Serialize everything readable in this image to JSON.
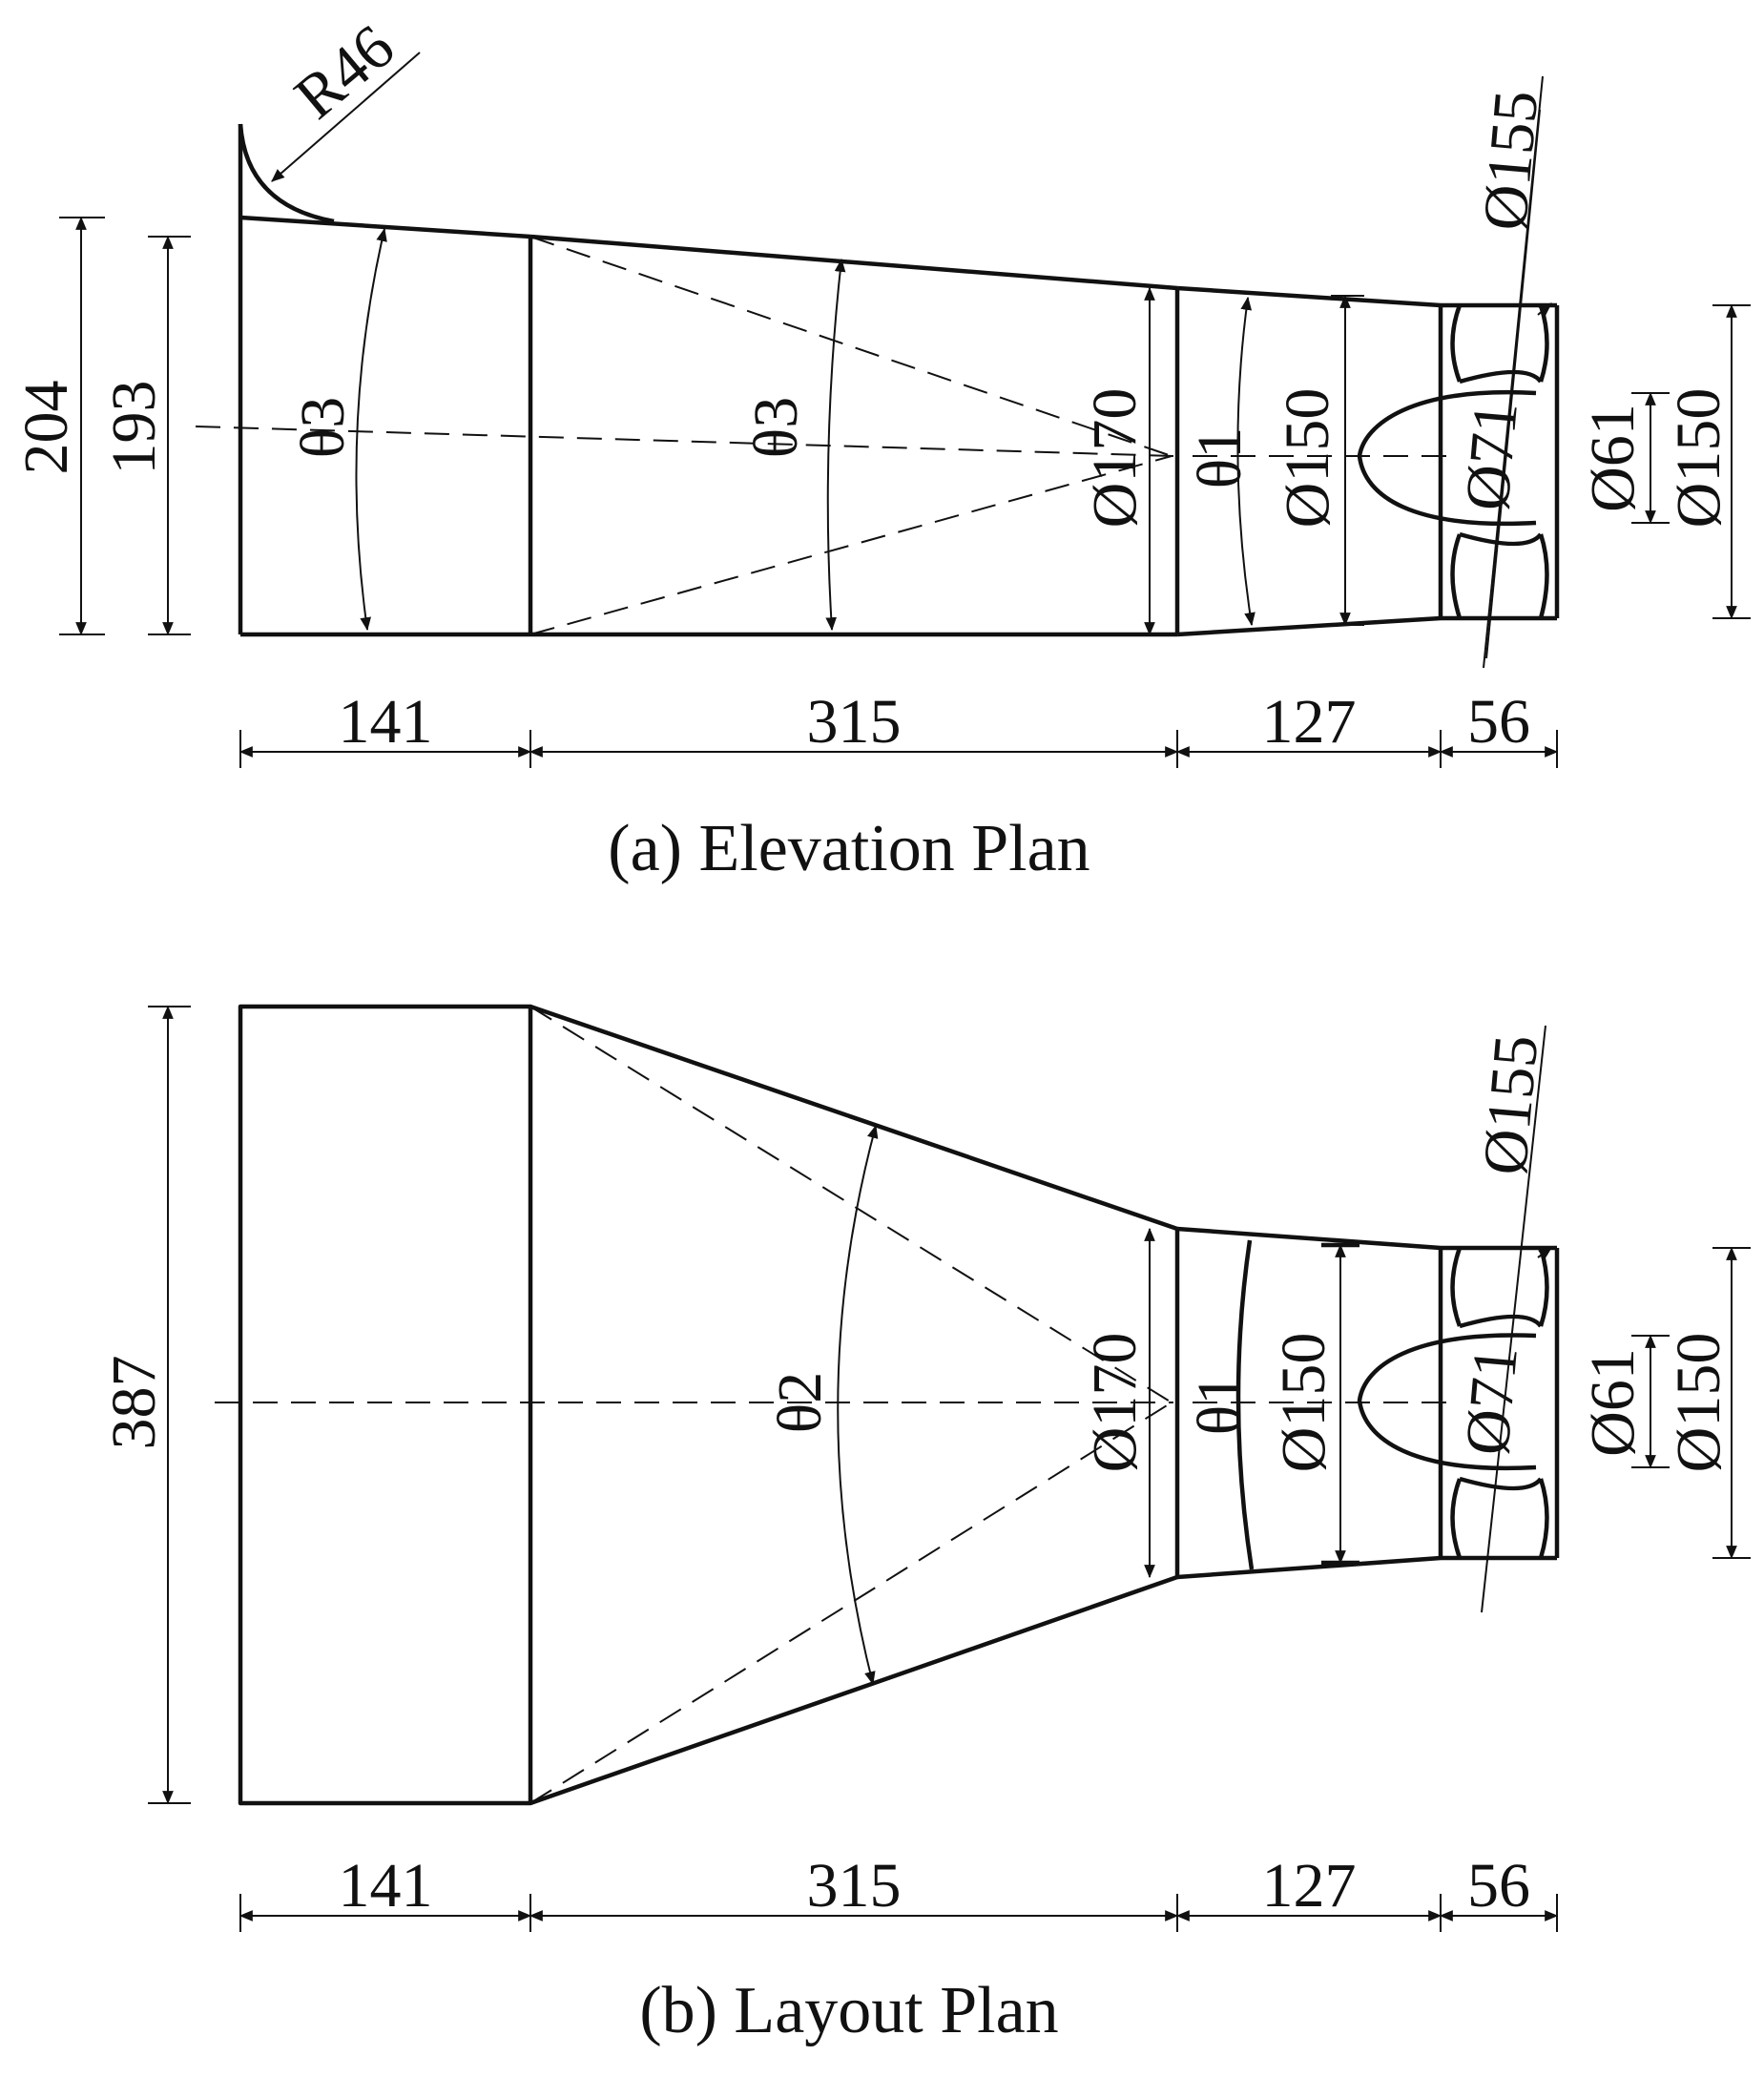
{
  "elevation": {
    "caption": "(a)  Elevation Plan",
    "radius": "R46",
    "height_outer": "204",
    "height_inner": "193",
    "theta_inlet": "θ3",
    "theta_cone": "θ3",
    "dia_cone_end": "Ø170",
    "theta_transition": "θ1",
    "dia_transition": "Ø150",
    "dia_hub": "Ø71",
    "dia_ring": "Ø155",
    "dia_shaft": "Ø61",
    "dia_outlet": "Ø150",
    "len_1": "141",
    "len_2": "315",
    "len_3": "127",
    "len_4": "56"
  },
  "layout": {
    "caption": "(b)  Layout Plan",
    "width": "387",
    "theta_cone": "θ2",
    "dia_cone_end": "Ø170",
    "theta_transition": "θ1",
    "dia_transition": "Ø150",
    "dia_hub": "Ø71",
    "dia_ring": "Ø155",
    "dia_shaft": "Ø61",
    "dia_outlet": "Ø150",
    "len_1": "141",
    "len_2": "315",
    "len_3": "127",
    "len_4": "56"
  }
}
